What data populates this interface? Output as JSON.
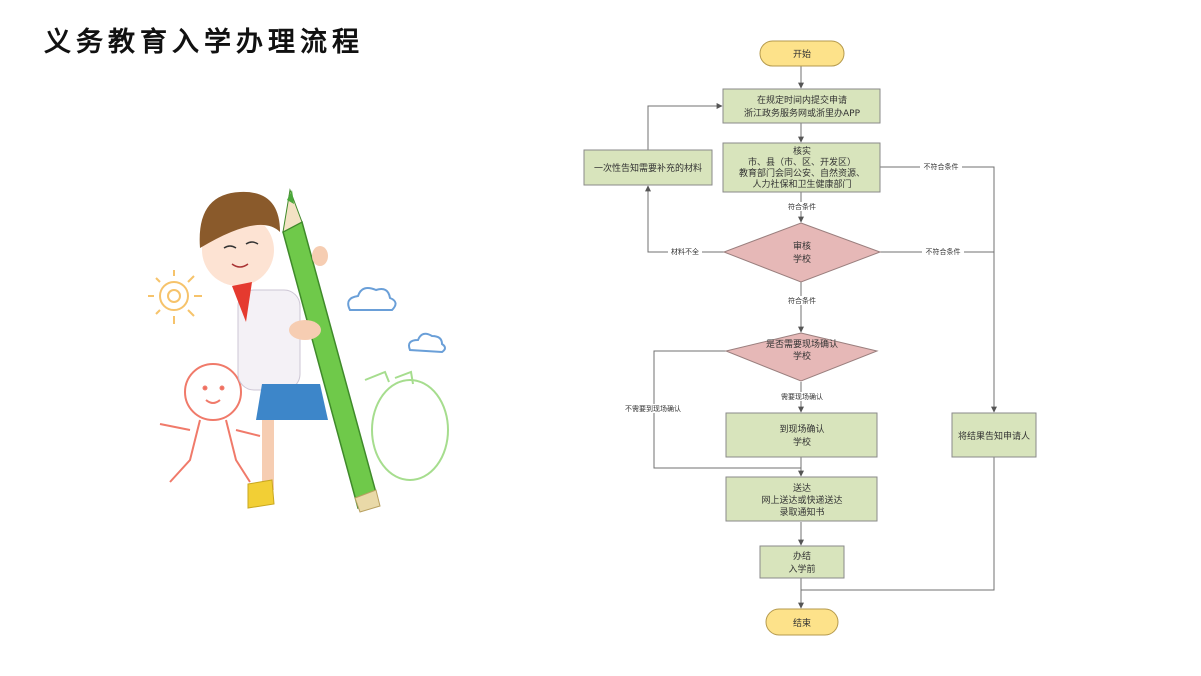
{
  "page": {
    "title": "义务教育入学办理流程"
  },
  "illustration": {
    "subject": "cartoon-boy-holding-giant-green-pencil",
    "colors": {
      "pencil": "#6fc94a",
      "shirt": "#f4f1f6",
      "shorts": "#3d86c9",
      "hair": "#8a5a2b",
      "scarf": "#e53a2f",
      "shoes": "#f2cf35"
    }
  },
  "flowchart": {
    "colors": {
      "process_fill": "#d8e4bc",
      "decision_fill": "#e6b8b7",
      "terminal_fill": "#fde28a",
      "connector": "#707070"
    },
    "nodes": {
      "start": {
        "lines": [
          "开始"
        ]
      },
      "submit": {
        "lines": [
          "在规定时间内提交申请",
          "浙江政务服务网或浙里办APP"
        ]
      },
      "verify": {
        "lines": [
          "核实",
          "市、县（市、区、开发区）",
          "教育部门会同公安、自然资源、",
          "人力社保和卫生健康部门"
        ]
      },
      "supplement": {
        "lines": [
          "一次性告知需要补充的材料"
        ]
      },
      "review": {
        "lines": [
          "审核",
          "学校"
        ]
      },
      "need_onsite": {
        "lines": [
          "是否需要现场确认",
          "学校"
        ]
      },
      "onsite": {
        "lines": [
          "到现场确认",
          "学校"
        ]
      },
      "notify": {
        "lines": [
          "将结果告知申请人"
        ]
      },
      "deliver": {
        "lines": [
          "送达",
          "网上送达或快递送达",
          "录取通知书"
        ]
      },
      "complete": {
        "lines": [
          "办结",
          "入学前"
        ]
      },
      "end": {
        "lines": [
          "结束"
        ]
      }
    },
    "edge_labels": {
      "verify_ok": "符合条件",
      "verify_fail": "不符合条件",
      "review_ok": "符合条件",
      "review_fail": "不符合条件",
      "review_incomplete": "材料不全",
      "onsite_needed": "需要现场确认",
      "onsite_not_needed": "不需要到现场确认"
    }
  }
}
